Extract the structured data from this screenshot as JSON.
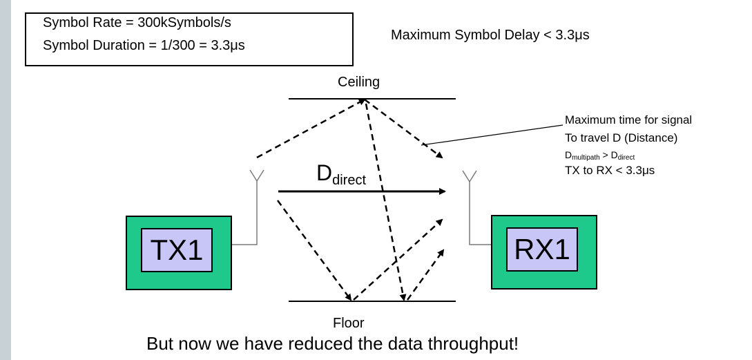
{
  "info_box": {
    "line1": "Symbol Rate = 300kSymbols/s",
    "line2": "Symbol Duration = 1/300 = 3.3μs"
  },
  "max_delay": "Maximum Symbol Delay < 3.3μs",
  "ceiling_label": "Ceiling",
  "floor_label": "Floor",
  "annotation": {
    "line1": "Maximum time for signal",
    "line2": "To travel D (Distance)",
    "d_multipath_main": "D",
    "d_multipath_sub": "multipath",
    "gt": " > ",
    "d_direct_main": "D",
    "d_direct_sub": "direct",
    "line4": "TX to RX < 3.3μs"
  },
  "direct_label": {
    "main": "D",
    "sub": "direct"
  },
  "transmitter": {
    "label": "TX1"
  },
  "receiver": {
    "label": "RX1"
  },
  "caption": "But now we have reduced the data throughput!",
  "colors": {
    "terminal": "#1fc98c",
    "screen": "#c8c6f7",
    "background": "#c7d1d6"
  }
}
